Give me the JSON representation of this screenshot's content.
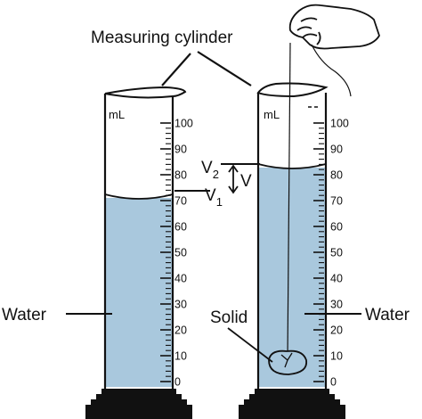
{
  "title": "Measuring cylinder",
  "unit": "mL",
  "scale": {
    "min": 0,
    "max": 100,
    "major_step": 10,
    "minor_step": 2
  },
  "labels": {
    "water_left": "Water",
    "water_right": "Water",
    "solid": "Solid",
    "v1": "V",
    "v1_sub": "1",
    "v2": "V",
    "v2_sub": "2",
    "v": "V"
  },
  "readings": {
    "v1_ml": 72,
    "v2_ml": 82
  },
  "colors": {
    "water": "#a9c8dd",
    "ink": "#111111",
    "base": "#111111"
  }
}
